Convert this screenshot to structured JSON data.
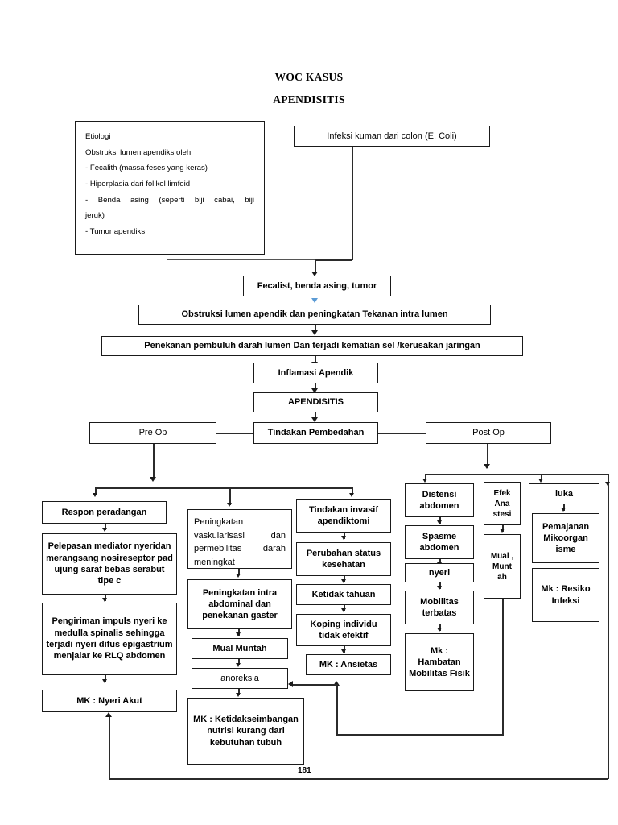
{
  "document": {
    "title_line1": "WOC KASUS",
    "title_line2": "APENDISITIS",
    "page_number": "181"
  },
  "etiologi": {
    "heading": "Etiologi",
    "subheading": "Obstruksi lumen apendiks oleh:",
    "items": [
      "- Fecalith (massa feses yang keras)",
      "- Hiperplasia dari folikel limfoid",
      "- Benda asing (seperti biji cabai, biji",
      "jeruk)",
      "- Tumor apendiks"
    ]
  },
  "nodes": {
    "infeksi": "Infeksi kuman dari colon (E. Coli)",
    "fecalist": "Fecalist, benda asing, tumor",
    "obstruksi": "Obstruksi lumen apendik dan peningkatan Tekanan intra lumen",
    "penekanan": "Penekanan pembuluh darah lumen Dan terjadi kematian sel /kerusakan jaringan",
    "inflamasi": "Inflamasi Apendik",
    "apendisitis": "APENDISITIS",
    "pre_op": "Pre Op",
    "tindakan_pembedahan": "Tindakan Pembedahan",
    "post_op": "Post Op",
    "respon_peradangan": "Respon peradangan",
    "pelepasan_mediator": "Pelepasan mediator nyeridan merangsang nosireseptor pad ujung saraf bebas serabut tipe c",
    "pengiriman_impuls": "Pengiriman impuls nyeri ke medulla spinalis sehingga terjadi nyeri difus epigastrium menjalar ke RLQ abdomen",
    "mk_nyeri_akut": "MK : Nyeri Akut",
    "peningkatan_vaskularisasi": "Peningkatan vaskularisasi dan permebilitas darah meningkat",
    "peningkatan_intra_abdominal": "Peningkatan intra abdominal dan penekanan gaster",
    "mual_muntah": "Mual Muntah",
    "anoreksia": "anoreksia",
    "mk_ketidakseimbangan": "MK : Ketidakseimbangan nutrisi kurang dari kebutuhan tubuh",
    "tindakan_invasif": "Tindakan invasif apendiktomi",
    "perubahan_status": "Perubahan status kesehatan",
    "ketidak_tahuan": "Ketidak tahuan",
    "koping_individu": "Koping individu tidak efektif",
    "mk_ansietas": "MK : Ansietas",
    "distensi_abdomen": "Distensi abdomen",
    "spasme_abdomen": "Spasme abdomen",
    "nyeri": "nyeri",
    "mobilitas_terbatas": "Mobilitas terbatas",
    "mk_hambatan_mobilitas": "Mk : Hambatan Mobilitas Fisik",
    "efek_anastesi": "Efek Ana stesi",
    "mual_koma_muntah": "Mual , Munt ah",
    "luka": "luka",
    "pemajanan_mikroorganisme": "Pemajanan Mikoorgan isme",
    "mk_resiko_infeksi": "Mk : Resiko Infeksi"
  },
  "colors": {
    "line": "#2b2b2b",
    "accent_blue": "#5b9bd5",
    "border": "#1a1a1a",
    "background": "#ffffff"
  }
}
